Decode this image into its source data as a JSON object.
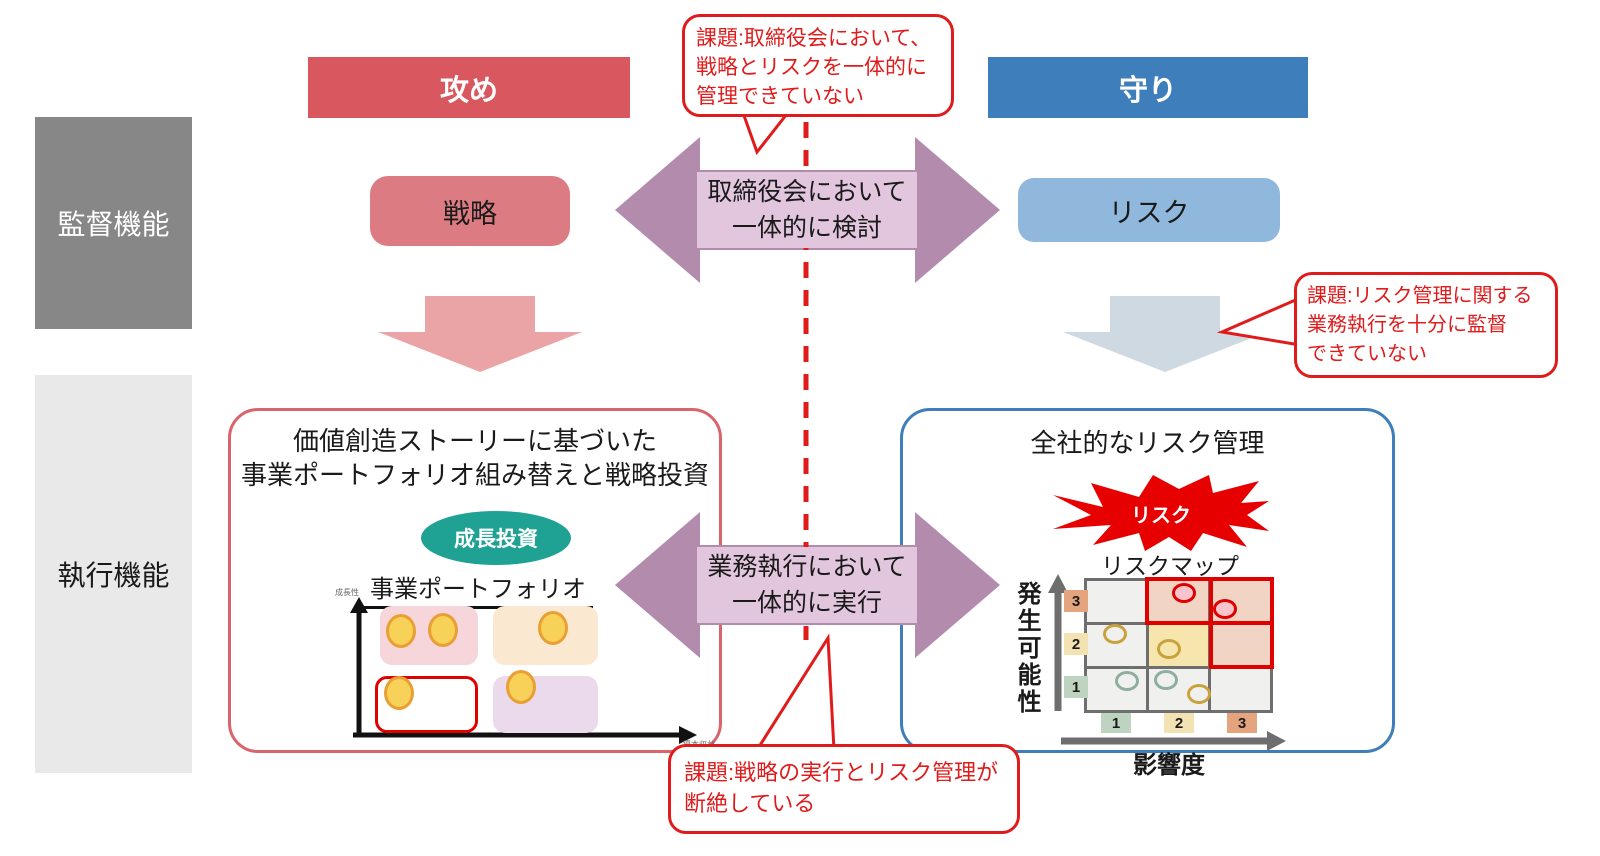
{
  "colors": {
    "offense_red": "#d9575f",
    "defense_blue": "#3d7ebb",
    "supervisory_gray": "#878787",
    "executive_gray": "#e9e9e9",
    "arrow_mauve": "#b28bad",
    "arrow_label_bg": "#e2c6de",
    "strategy_salmon": "#dc7c82",
    "risk_blue": "#90b8dd",
    "callout_red": "#e01b1b",
    "growth_teal": "#1fa294",
    "burst_red": "#e60000"
  },
  "headers": {
    "offense": "攻め",
    "defense": "守り"
  },
  "sidebar": {
    "supervisory": "監督機能",
    "executive": "執行機能"
  },
  "supervision": {
    "strategy": "戦略",
    "risk": "リスク",
    "arrow_label": [
      "取締役会において",
      "一体的に検討"
    ]
  },
  "execution": {
    "arrow_label": [
      "業務執行において",
      "一体的に実行"
    ]
  },
  "callouts": {
    "top": [
      "課題:取締役会において、",
      "戦略とリスクを一体的に",
      "管理できていない"
    ],
    "right": [
      "課題:リスク管理に関する",
      "業務執行を十分に監督",
      "できていない"
    ],
    "bottom": [
      "課題:戦略の実行とリスク管理が",
      "断絶している"
    ]
  },
  "left_panel": {
    "title": [
      "価値創造ストーリーに基づいた",
      "事業ポートフォリオ組み替えと戦略投資"
    ],
    "growth_badge": "成長投資",
    "chart_title": "事業ポートフォリオ",
    "y_axis_label": "成長性",
    "x_axis_label": "資本収益性"
  },
  "right_panel": {
    "title": "全社的なリスク管理",
    "burst_label": "リスク",
    "map_title": "リスクマップ",
    "y_axis_label": "発生可能性",
    "x_axis_label": "影響度",
    "y_ticks": [
      "3",
      "2",
      "1"
    ],
    "x_ticks": [
      "1",
      "2",
      "3"
    ]
  }
}
